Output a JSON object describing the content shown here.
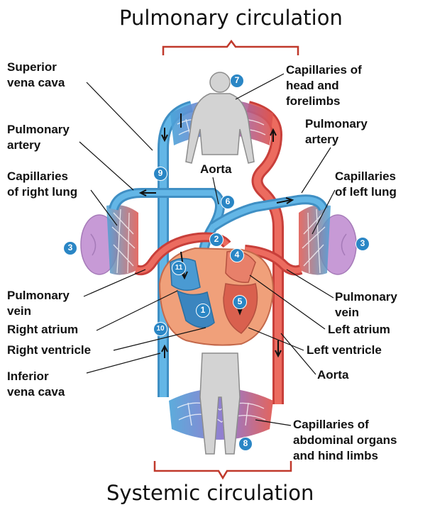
{
  "titles": {
    "top": "Pulmonary circulation",
    "bottom": "Systemic circulation"
  },
  "labels": {
    "superior_vena_cava": [
      "Superior",
      "vena cava"
    ],
    "pulmonary_artery_left": [
      "Pulmonary",
      "artery"
    ],
    "capillaries_right_lung": [
      "Capillaries",
      "of right lung"
    ],
    "pulmonary_vein_left": [
      "Pulmonary",
      "vein"
    ],
    "right_atrium": "Right atrium",
    "right_ventricle": "Right ventricle",
    "inferior_vena_cava": [
      "Inferior",
      "vena cava"
    ],
    "capillaries_head": [
      "Capillaries of",
      "head and",
      "forelimbs"
    ],
    "pulmonary_artery_right": [
      "Pulmonary",
      "artery"
    ],
    "aorta_top": "Aorta",
    "capillaries_left_lung": [
      "Capillaries",
      "of left lung"
    ],
    "pulmonary_vein_right": [
      "Pulmonary",
      "vein"
    ],
    "left_atrium": "Left atrium",
    "left_ventricle": "Left ventricle",
    "aorta_bottom": "Aorta",
    "capillaries_abdominal": [
      "Capillaries of",
      "abdominal organs",
      "and hind limbs"
    ]
  },
  "steps": {
    "s1": "1",
    "s2": "2",
    "s3_left": "3",
    "s3_right": "3",
    "s4": "4",
    "s5": "5",
    "s6": "6",
    "s7": "7",
    "s8": "8",
    "s9": "9",
    "s10": "10",
    "s11": "11"
  },
  "colors": {
    "vein_blue": "#4aa3d8",
    "artery_red": "#e0534b",
    "lung_purple": "#c79ad6",
    "heart_fill": "#f0a07a",
    "step_badge": "#2a86c5",
    "bracket": "#c0392b",
    "body_gray": "#d3d3d3"
  }
}
